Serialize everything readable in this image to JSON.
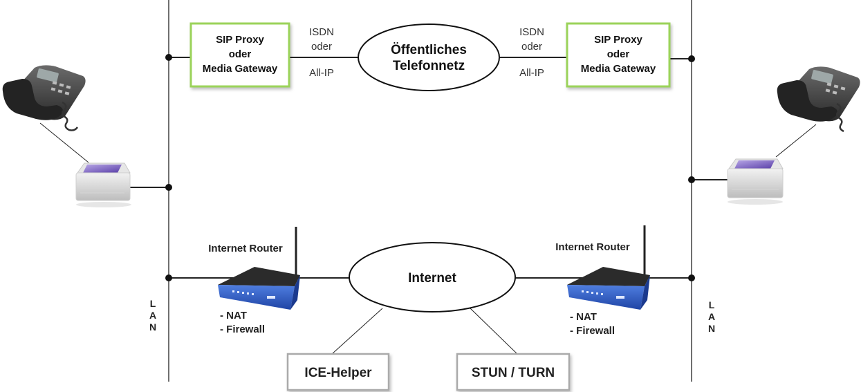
{
  "left_gateway": {
    "line1": "SIP Proxy",
    "line2": "oder",
    "line3": "Media Gateway"
  },
  "right_gateway": {
    "line1": "SIP Proxy",
    "line2": "oder",
    "line3": "Media Gateway"
  },
  "left_link": {
    "top1": "ISDN",
    "top2": "oder",
    "bottom": "All-IP"
  },
  "right_link": {
    "top1": "ISDN",
    "top2": "oder",
    "bottom": "All-IP"
  },
  "pstn": {
    "line1": "Öffentliches",
    "line2": "Telefonnetz"
  },
  "internet": {
    "label": "Internet"
  },
  "left_router": {
    "title": "Internet Router",
    "feat1": "- NAT",
    "feat2": "- Firewall"
  },
  "right_router": {
    "title": "Internet Router",
    "feat1": "- NAT",
    "feat2": "- Firewall"
  },
  "lan_left": [
    "L",
    "A",
    "N"
  ],
  "lan_right": [
    "L",
    "A",
    "N"
  ],
  "ice_helper": {
    "label": "ICE-Helper"
  },
  "stun_turn": {
    "label": "STUN / TURN"
  },
  "colors": {
    "gateway_border": "#9bd35a",
    "helper_border": "#aaaaaa",
    "router_blue": "#2f5fc9"
  }
}
